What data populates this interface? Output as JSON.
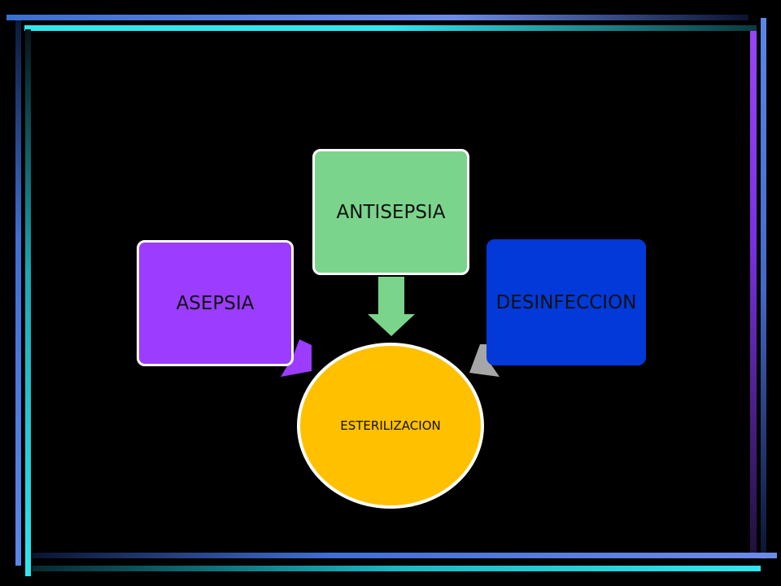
{
  "diagram": {
    "center": {
      "label": "ESTERILIZACION",
      "color": "#ffc000"
    },
    "nodes": [
      {
        "label": "ASEPSIA",
        "color": "#9b3cff"
      },
      {
        "label": "ANTISEPSIA",
        "color": "#7bd48c"
      },
      {
        "label": "DESINFECCION",
        "color": "#0339d8"
      }
    ],
    "arrows": [
      {
        "from": "ASEPSIA",
        "to": "ESTERILIZACION",
        "color": "#9b3cff"
      },
      {
        "from": "ANTISEPSIA",
        "to": "ESTERILIZACION",
        "color": "#7bd48c"
      },
      {
        "from": "DESINFECCION",
        "to": "ESTERILIZACION",
        "color": "#a6a6a6"
      }
    ]
  },
  "frame_colors": {
    "blue": "#5a87e8",
    "cyan": "#2fe6ef",
    "purple": "#9a44f5"
  }
}
